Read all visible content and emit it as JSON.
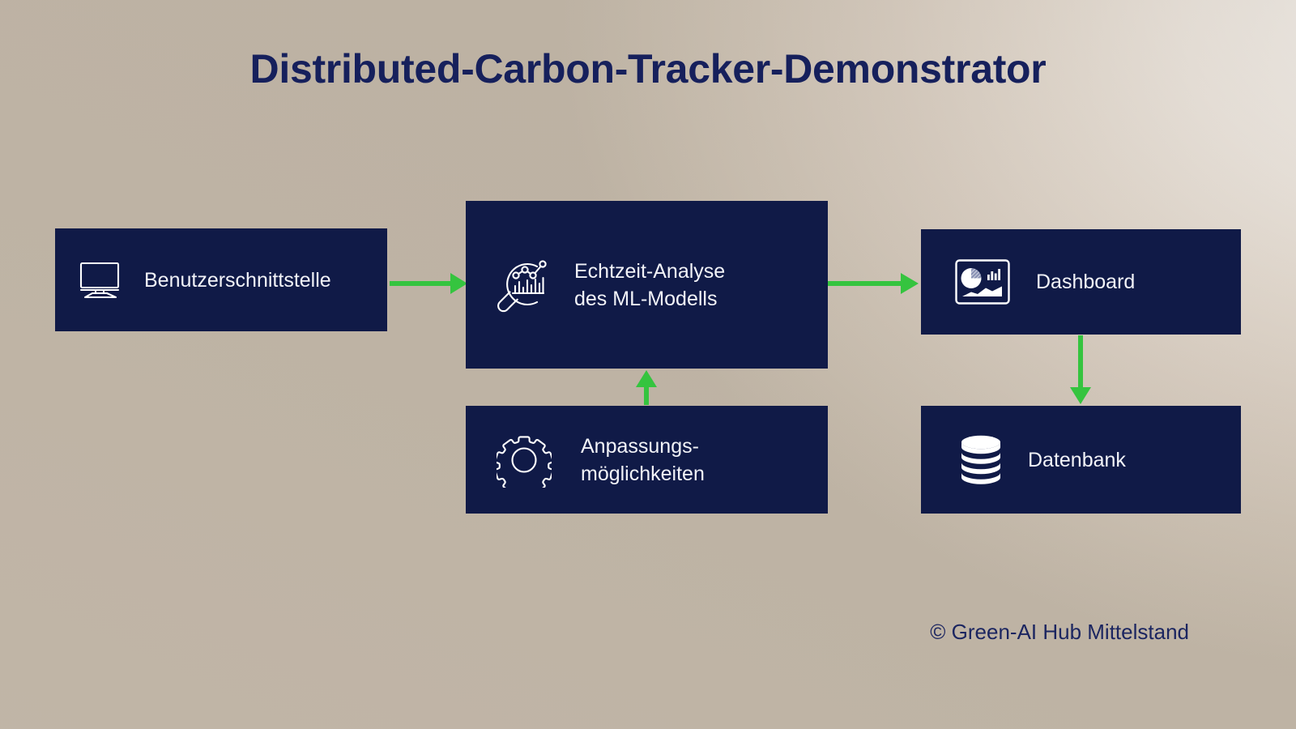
{
  "page": {
    "title": "Distributed-Carbon-Tracker-Demonstrator",
    "footer": "© Green-AI Hub Mittelstand",
    "language": "de"
  },
  "theme": {
    "node_fill": "#101a47",
    "node_text": "#f2f3f8",
    "arrow_color": "#35c43f",
    "title_color": "#16205c",
    "footer_color": "#1b2560",
    "background_from": "#fdfbfa",
    "background_to": "#bdb2a3"
  },
  "diagram": {
    "type": "flow-diagram",
    "nodes": [
      {
        "id": "ui",
        "label": "Benutzerschnittstelle",
        "icon": "monitor-icon"
      },
      {
        "id": "analysis",
        "label": "Echtzeit-Analyse\ndes ML-Modells",
        "icon": "magnifier-analytics-icon"
      },
      {
        "id": "settings",
        "label": "Anpassungs-\nmöglichkeiten",
        "icon": "gear-icon"
      },
      {
        "id": "dashboard",
        "label": "Dashboard",
        "icon": "dashboard-charts-icon"
      },
      {
        "id": "database",
        "label": "Datenbank",
        "icon": "database-icon"
      }
    ],
    "edges": [
      {
        "from": "ui",
        "to": "analysis",
        "direction": "right"
      },
      {
        "from": "analysis",
        "to": "dashboard",
        "direction": "right"
      },
      {
        "from": "dashboard",
        "to": "database",
        "direction": "down"
      },
      {
        "from": "settings",
        "to": "analysis",
        "direction": "up"
      }
    ]
  }
}
